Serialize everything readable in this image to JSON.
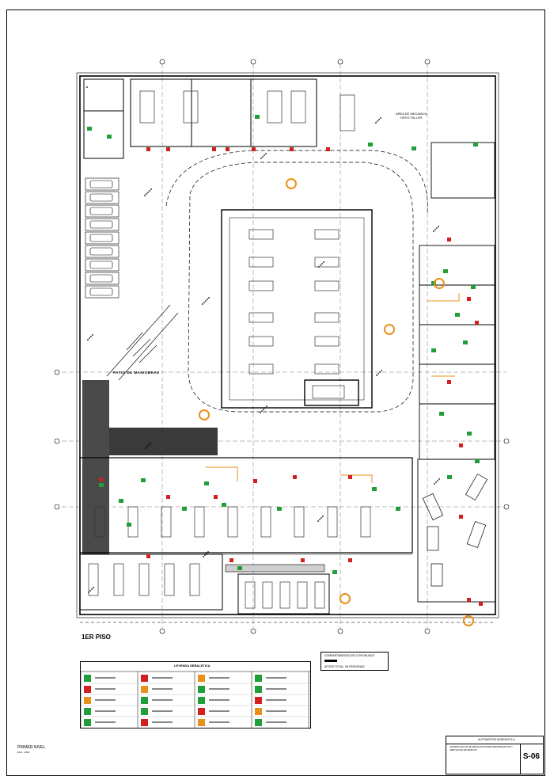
{
  "drawing": {
    "area_labels": {
      "workshop_area": "AREA DE MECANICA\nPATIO TALLER",
      "maneuver_yard": "PATIO DE MANIOBRAS"
    },
    "floor_label": "1ER PISO",
    "legend_title": "LEYENDA  SEÑALETICA",
    "compartment_title": "COMPARTIMENTACION CONTINUADO",
    "compartment_note": "AFORO TOTAL: 56 PERSONAS",
    "sheet_label": "PRIMER NIVEL",
    "scale_label": "ESC. 1/300",
    "company": "AUTOMOTRIZ ANDINOS S.A.",
    "project": "ANTEPROYECTO DE SEÑALETICA PARA REMODELACION Y AMPLIACION DE EDIFICIO",
    "sheet_number": "S-06"
  },
  "colors": {
    "line": "#000000",
    "grid": "#555555",
    "exit_sign": "#1f9e3a",
    "fire_equipment": "#d21f1f",
    "evacuation_point": "#e8901a",
    "route": "#e8901a",
    "dark_fill": "#3a3a3a"
  }
}
